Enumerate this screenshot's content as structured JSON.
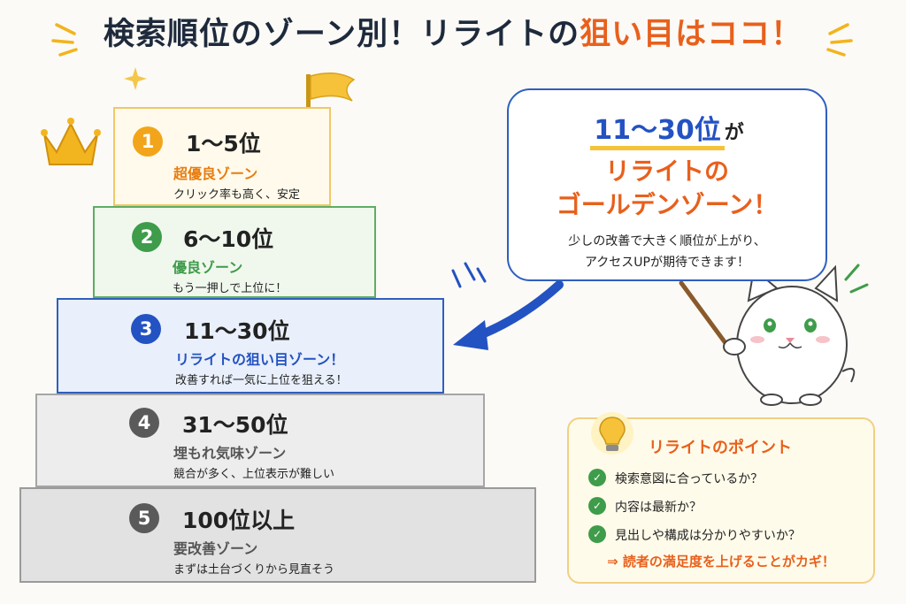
{
  "title": {
    "main": "検索順位のゾーン別！リライトの",
    "accent": "狙い目はココ！"
  },
  "colors": {
    "gold": "#f2a51a",
    "green": "#3e9c4a",
    "blue": "#2352c2",
    "gray": "#5a5a5a",
    "orange": "#e8601c"
  },
  "steps": [
    {
      "num": "1",
      "rank": "1～5位",
      "zone": "超優良ゾーン",
      "desc": "クリック率も高く、安定"
    },
    {
      "num": "2",
      "rank": "6～10位",
      "zone": "優良ゾーン",
      "desc": "もう一押しで上位に！"
    },
    {
      "num": "3",
      "rank": "11～30位",
      "zone": "リライトの狙い目ゾーン！",
      "desc": "改善すれば一気に上位を狙える！"
    },
    {
      "num": "4",
      "rank": "31～50位",
      "zone": "埋もれ気味ゾーン",
      "desc": "競合が多く、上位表示が難しい"
    },
    {
      "num": "5",
      "rank": "100位以上",
      "zone": "要改善ゾーン",
      "desc": "まずは土台づくりから見直そう"
    }
  ],
  "bubble": {
    "rank": "11～30位",
    "ga": "が",
    "line1": "リライトの",
    "line2": "ゴールデンゾーン！",
    "text1": "少しの改善で大きく順位が上がり、",
    "text2": "アクセスUPが期待できます！"
  },
  "point": {
    "title": "リライトのポイント",
    "items": [
      "検索意図に合っているか？",
      "内容は最新か？",
      "見出しや構成は分かりやすいか？"
    ],
    "footer": "⇒ 読者の満足度を上げることがカギ！"
  }
}
